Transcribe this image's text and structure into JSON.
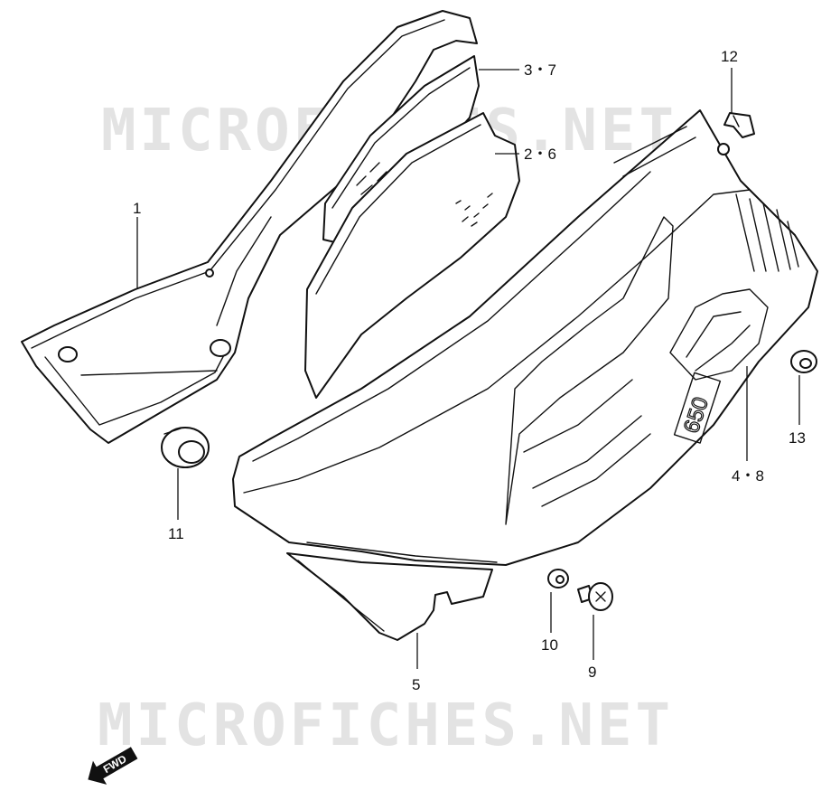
{
  "watermark": {
    "text": "MICROFICHES.NET"
  },
  "fwd_label": "FWD",
  "decal_text": "650",
  "callouts": [
    {
      "id": "c1",
      "label": "1"
    },
    {
      "id": "c37",
      "label": "3・7"
    },
    {
      "id": "c26",
      "label": "2・6"
    },
    {
      "id": "c12",
      "label": "12"
    },
    {
      "id": "c13",
      "label": "13"
    },
    {
      "id": "c48",
      "label": "4・8"
    },
    {
      "id": "c11",
      "label": "11"
    },
    {
      "id": "c5",
      "label": "5"
    },
    {
      "id": "c10",
      "label": "10"
    },
    {
      "id": "c9",
      "label": "9"
    }
  ]
}
